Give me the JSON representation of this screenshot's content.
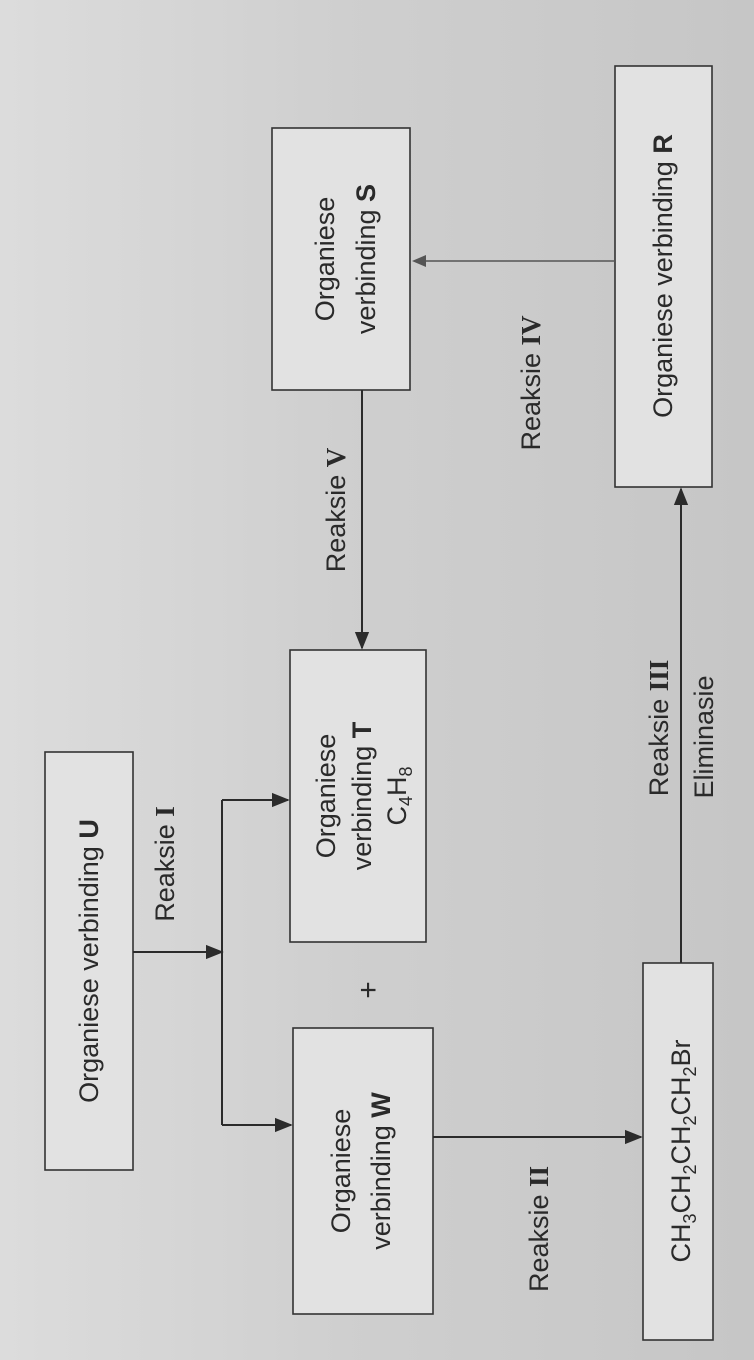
{
  "nodes": {
    "U": {
      "line1": "Organiese verbinding",
      "letter": "U"
    },
    "W": {
      "line1": "Organiese",
      "line2": "verbinding",
      "letter": "W"
    },
    "T": {
      "line1": "Organiese",
      "line2": "verbinding",
      "letter": "T",
      "formula_c": "C",
      "formula_c_sub": "4",
      "formula_h": "H",
      "formula_h_sub": "8"
    },
    "S": {
      "line1": "Organiese",
      "line2": "verbinding",
      "letter": "S"
    },
    "R": {
      "line1": "Organiese verbinding",
      "letter": "R"
    },
    "bromide": {
      "parts": [
        "CH",
        "3",
        "CH",
        "2",
        "CH",
        "2",
        "CH",
        "2",
        "Br"
      ]
    }
  },
  "reactions": {
    "I": {
      "word": "Reaksie",
      "numeral": "I"
    },
    "II": {
      "word": "Reaksie",
      "numeral": "II"
    },
    "III": {
      "word": "Reaksie",
      "numeral": "III",
      "type": "Eliminasie"
    },
    "IV": {
      "word": "Reaksie",
      "numeral": "IV"
    },
    "V": {
      "word": "Reaksie",
      "numeral": "V"
    }
  },
  "plus_sign": "+"
}
